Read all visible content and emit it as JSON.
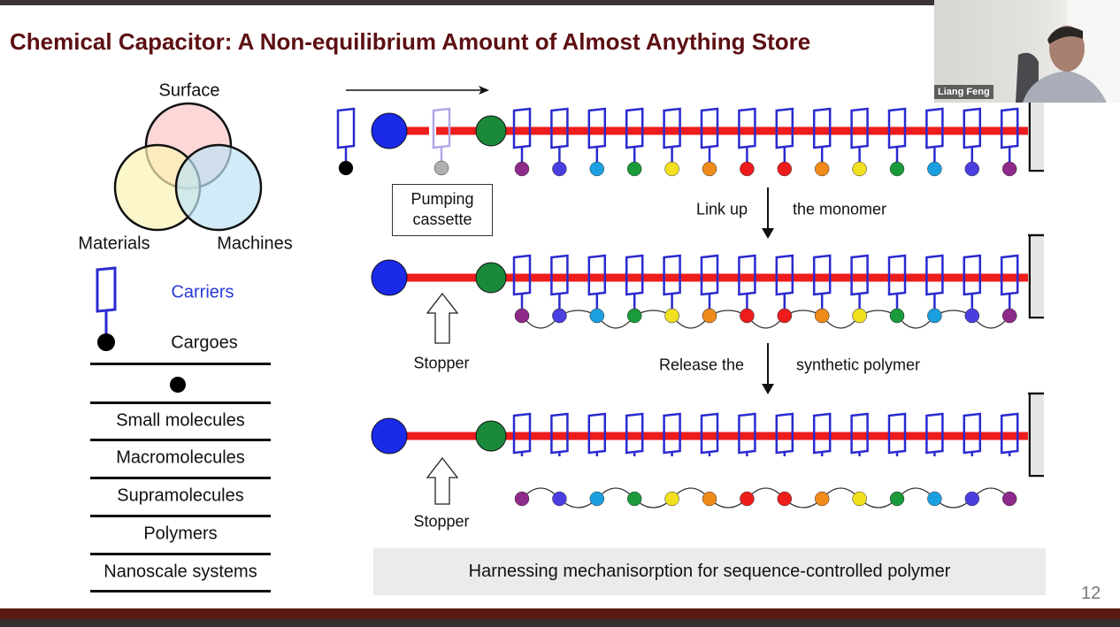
{
  "slide": {
    "title": "Chemical Capacitor: A Non-equilibrium Amount of Almost Anything Store",
    "page_number": "12",
    "caption": "Harnessing mechanisorption for sequence-controlled polymer"
  },
  "venn": {
    "top": "Surface",
    "left": "Materials",
    "right": "Machines"
  },
  "legend": {
    "carriers": "Carriers",
    "cargoes": "Cargoes"
  },
  "cargo_list": [
    "Small molecules",
    "Macromolecules",
    "Supramolecules",
    "Polymers",
    "Nanoscale systems"
  ],
  "diagram": {
    "pumping_cassette": [
      "Pumping",
      "cassette"
    ],
    "step1": {
      "left": "Link up",
      "right": "the monomer"
    },
    "step2": {
      "left": "Release the",
      "right": "synthetic polymer"
    },
    "stopper": "Stopper",
    "bead_colors": [
      "#8e2a8a",
      "#4a3ee0",
      "#1aa0e0",
      "#1a9a3a",
      "#f0e020",
      "#f08a1a",
      "#ee1c1c",
      "#ee1c1c",
      "#f08a1a",
      "#f0e020",
      "#1a9a3a",
      "#1aa0e0",
      "#4a3ee0",
      "#8e2a8a"
    ],
    "colors": {
      "rod": "#ee1c1c",
      "carrier": "#2a2ad0",
      "stopper_blue": "#1a2ae8",
      "stopper_green": "#1a8a3a",
      "title": "#5c0f12"
    }
  },
  "video": {
    "participant_name": "Liang Feng"
  }
}
